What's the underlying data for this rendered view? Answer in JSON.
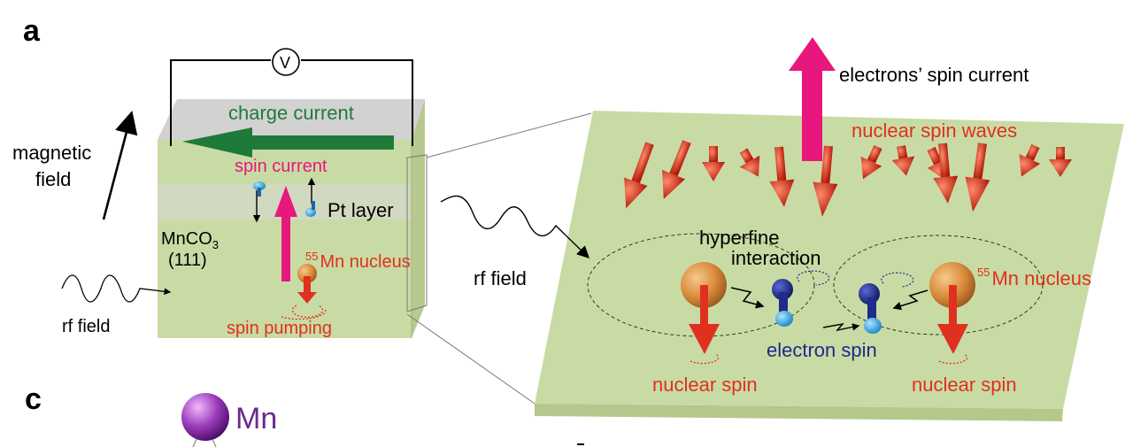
{
  "panels": {
    "a": "a",
    "c": "c"
  },
  "left": {
    "voltmeter": "V",
    "charge_current": "charge current",
    "magnetic_field_line1": "magnetic",
    "magnetic_field_line2": "field",
    "spin_current": "spin current",
    "pt_layer": "Pt layer",
    "mnco3_base": "MnCO",
    "mnco3_sub": "3",
    "mnco3_orient": "(111)",
    "mn_nucleus_sup": "55",
    "mn_nucleus": "Mn nucleus",
    "rf_field": "rf field",
    "spin_pumping": "spin pumping"
  },
  "right": {
    "electrons_spin_current": "electrons’ spin current",
    "nuclear_spin_waves": "nuclear spin waves",
    "rf_field": "rf field",
    "hyperfine_line1": "hyperfine",
    "hyperfine_line2": "interaction",
    "mn_nucleus_sup": "55",
    "mn_nucleus": "Mn nucleus",
    "electron_spin": "electron spin",
    "nuclear_spin_left": "nuclear spin",
    "nuclear_spin_right": "nuclear spin"
  },
  "panel_c": {
    "mn_label": "Mn"
  },
  "colors": {
    "sample_green": "#c9dba4",
    "pt_gray": "#c8c8c8",
    "charge_green": "#1f7a3a",
    "spin_magenta": "#e8177d",
    "nuclear_red": "#e03020",
    "electron_blue": "#1f2a8a",
    "nucleus_orange": "#d98a3a",
    "mn_purple": "#6a2a8a"
  }
}
